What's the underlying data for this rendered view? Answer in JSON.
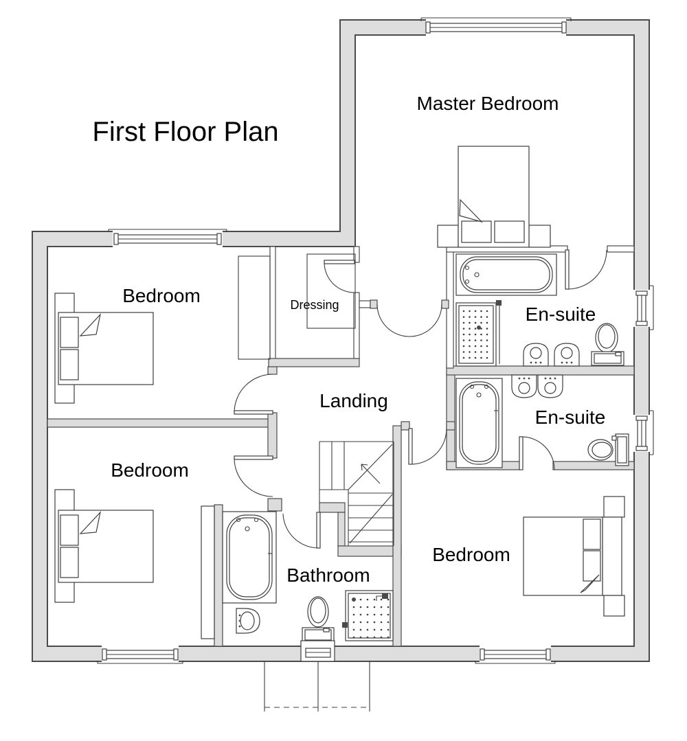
{
  "title": "First Floor Plan",
  "rooms": {
    "master_bedroom": {
      "label": "Master Bedroom"
    },
    "bedroom_upper_left": {
      "label": "Bedroom"
    },
    "bedroom_lower_left": {
      "label": "Bedroom"
    },
    "bedroom_lower_right": {
      "label": "Bedroom"
    },
    "dressing": {
      "label": "Dressing"
    },
    "ensuite_master": {
      "label": "En-suite"
    },
    "ensuite_guest": {
      "label": "En-suite"
    },
    "landing": {
      "label": "Landing"
    },
    "bathroom": {
      "label": "Bathroom"
    }
  },
  "colors": {
    "wall_fill": "#dedede",
    "wall_outline": "#4a4a4a",
    "fixture_line": "#3d3d3d",
    "background": "#ffffff",
    "text": "#000000"
  }
}
